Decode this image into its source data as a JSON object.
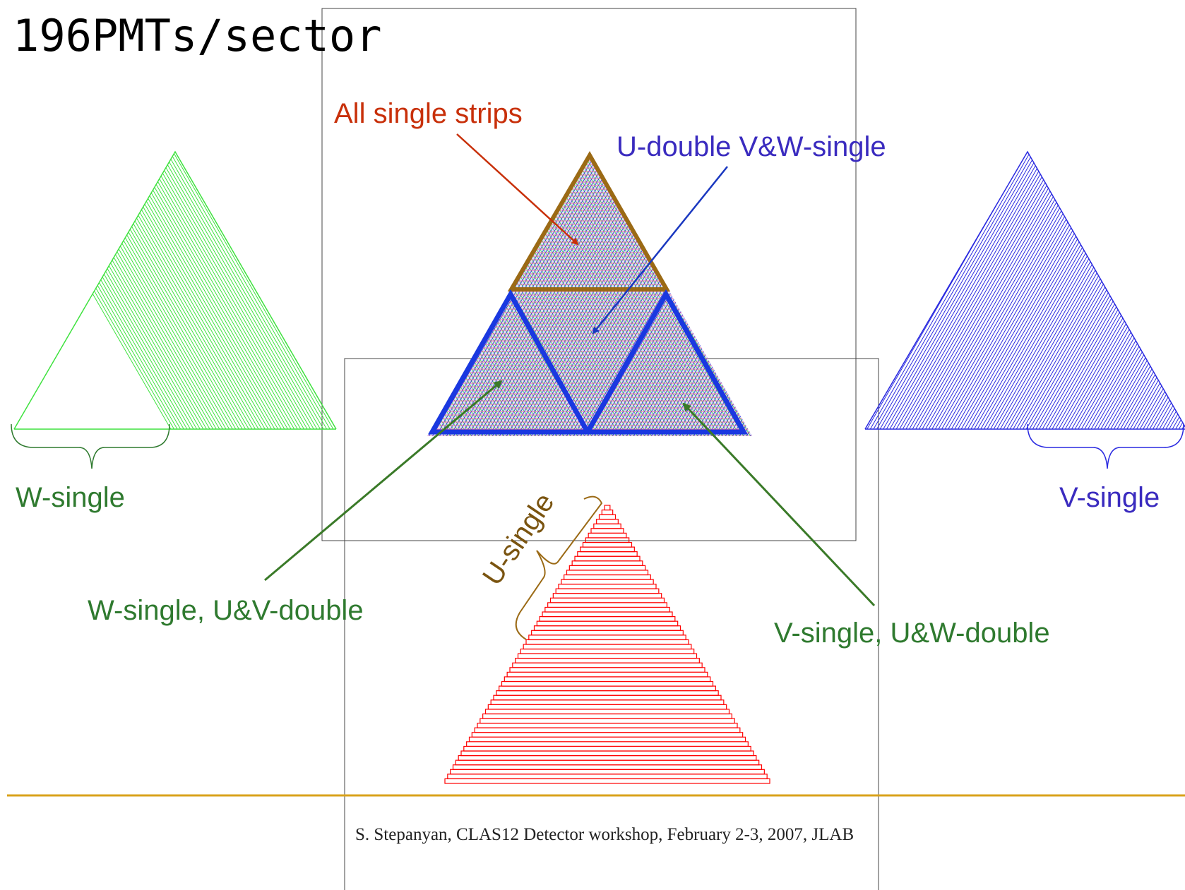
{
  "slide": {
    "title_line": "196PMTs/sector",
    "footer": "S. Stepanyan, CLAS12 Detector workshop, February 2-3, 2007, JLAB"
  },
  "labels": {
    "all_single": "All single strips",
    "u_double": "U-double V&W-single",
    "w_single": "W-single",
    "v_single": "V-single",
    "u_single": "U-single",
    "w_single_uv_double": "W-single, U&V-double",
    "v_single_uw_double": "V-single, U&W-double"
  },
  "colors": {
    "title": "#1e6a1e",
    "red_label": "#c8300a",
    "blue_label": "#3a2bbf",
    "green_label": "#2f7a2f",
    "brown_label": "#7a5410",
    "green_strips": "#3fe23f",
    "blue_strips": "#2a2ae0",
    "red_strips": "#ff0000",
    "brown_outline": "#9b6a15",
    "blue_outline": "#1a38e0",
    "footer_rule": "#d9a21b"
  }
}
